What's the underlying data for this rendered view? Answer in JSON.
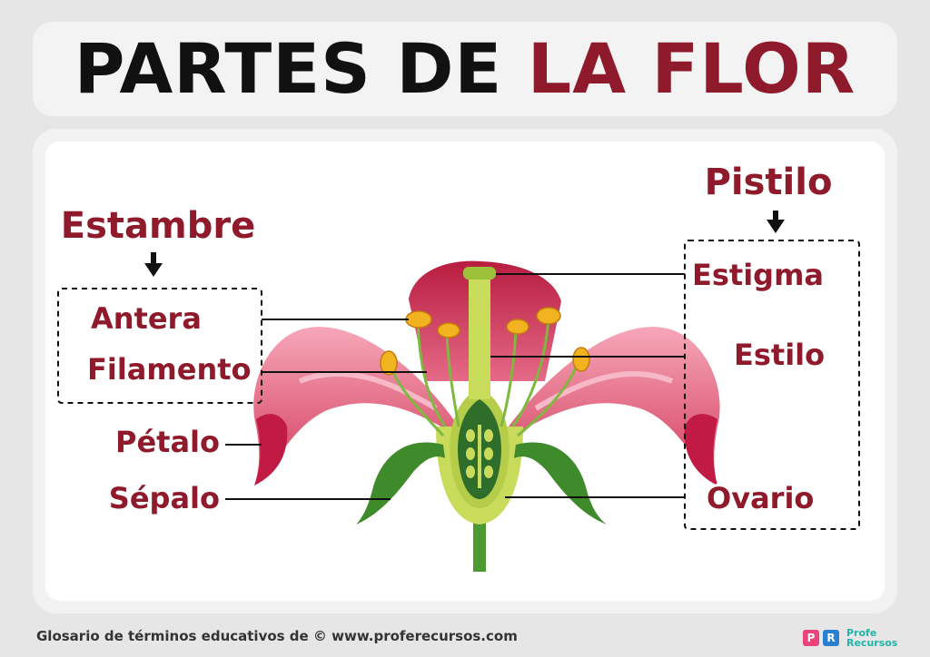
{
  "title": {
    "part1": "PARTES DE",
    "part2": "LA FLOR"
  },
  "groups": {
    "stamen": "Estambre",
    "pistil": "Pistilo"
  },
  "labels": {
    "anther": "Antera",
    "filament": "Filamento",
    "petal": "Pétalo",
    "sepal": "Sépalo",
    "stigma": "Estigma",
    "style": "Estilo",
    "ovary": "Ovario"
  },
  "footer": {
    "text": "Glosario de términos educativos de © www.proferecursos.com"
  },
  "brand": {
    "mark1": "P",
    "mark2": "R",
    "line1": "Profe",
    "line2": "Recursos"
  },
  "colors": {
    "title_dark": "#111111",
    "title_accent": "#8f1a2b",
    "label": "#8f1a2b",
    "petal_outer": "#c61f45",
    "petal_inner": "#f08aa2",
    "sepal": "#3f8a2a",
    "ovary": "#2f6e2a",
    "anther": "#f1b31f"
  }
}
